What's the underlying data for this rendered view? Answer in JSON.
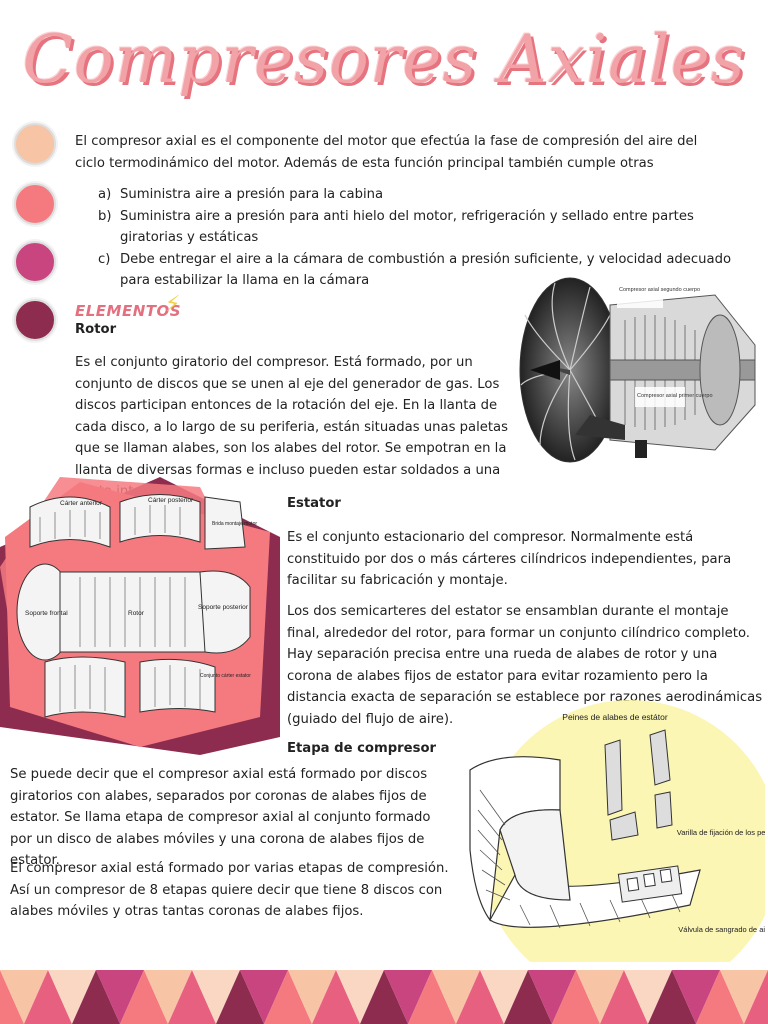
{
  "title": "Compresores Axiales",
  "palette": [
    "#f7c4a6",
    "#f47a80",
    "#c9457f",
    "#8d2c4f"
  ],
  "intro": "El compresor axial es el componente del motor que efectúa la fase de compresión del aire del ciclo termodinámico del motor. Además de esta función principal también cumple otras",
  "functions": [
    {
      "marker": "a)",
      "text": "Suministra aire a presión para la cabina"
    },
    {
      "marker": "b)",
      "text": "Suministra aire a presión para anti hielo del motor, refrigeración y sellado entre partes giratorias y estáticas"
    },
    {
      "marker": "c)",
      "text": "Debe entregar el aire a la cámara de combustión a presión suficiente, y velocidad adecuado para estabilizar la llama en la cámara"
    }
  ],
  "elements_heading": "ELEMENTOS",
  "rotor": {
    "heading": "Rotor",
    "text": "Es el conjunto giratorio del compresor. Está formado, por un conjunto de discos que se unen al eje del generador de gas. Los discos participan entonces de la rotación del eje. En la llanta de cada disco, a lo largo de su periferia, están situadas unas paletas que se llaman alabes, son los alabes del rotor. Se empotran en la llanta de diversas formas e incluso pueden estar soldados a una llanta integral."
  },
  "engine_figure": {
    "labels": [
      "Compresor axial segundo cuerpo",
      "Compresor axial primer cuerpo"
    ]
  },
  "rotor_figure": {
    "labels": [
      "Cárter anterior",
      "Cárter posterior",
      "Brida montaje motor",
      "Soporte frontal",
      "Rotor",
      "Soporte posterior",
      "Conjunto cárter estator"
    ]
  },
  "estator": {
    "heading": "Estator",
    "p1": "Es el conjunto estacionario del compresor. Normalmente está constituido por dos o más cárteres cilíndricos independientes, para facilitar su fabricación y montaje.",
    "p2": "Los dos semicarteres del estator se ensamblan durante el montaje final, alrededor del rotor, para formar un conjunto cilíndrico completo. Hay separación precisa entre una rueda de alabes de rotor y una corona de alabes fijos de estator para evitar rozamiento pero la distancia exacta de separación se establece por razones aerodinámicas (guiado del flujo de aire)."
  },
  "etapa": {
    "heading": "Etapa de compresor",
    "p1": "Se puede decir que el compresor axial está formado por discos giratorios con alabes, separados por coronas de alabes fijos de estator. Se llama etapa de compresor axial al conjunto formado por un disco de alabes móviles y una corona de alabes fijos de estator.",
    "p2": "El compresor axial está formado por varias etapas de compresión. Así un compresor de 8 etapas quiere decir que tiene 8 discos con alabes móviles y otras tantas coronas de alabes fijos."
  },
  "stator_figure": {
    "labels": [
      "Peines de alabes de estátor",
      "Varilla de fijación de los peines",
      "Válvula de sangrado de aire"
    ]
  }
}
